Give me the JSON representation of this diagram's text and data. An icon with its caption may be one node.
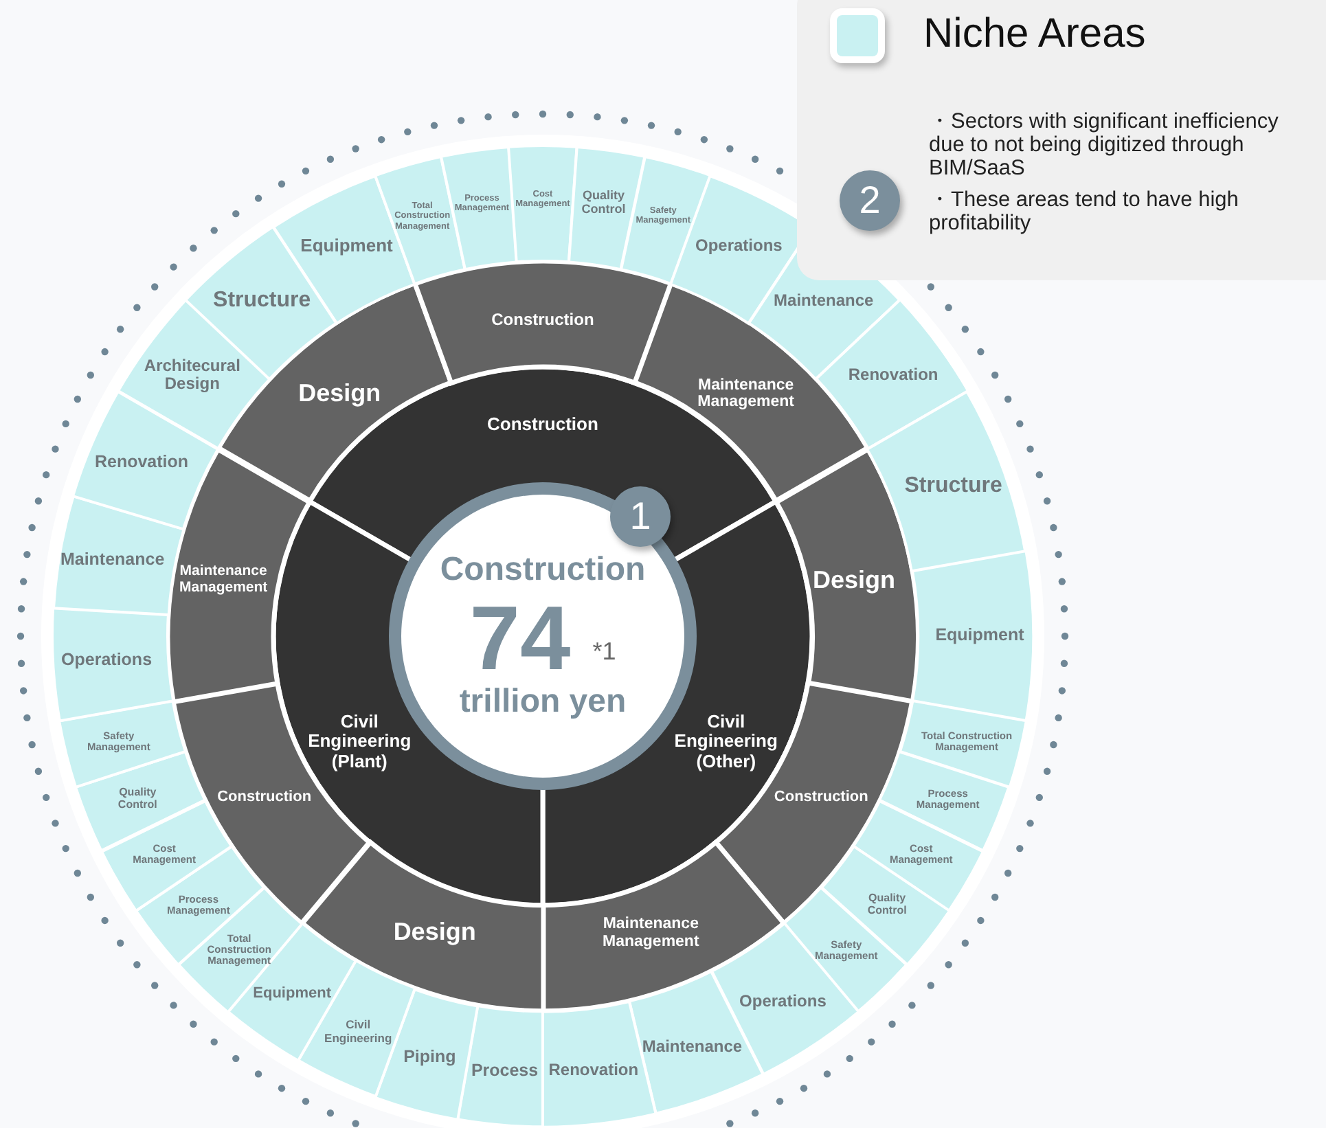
{
  "diagram": {
    "nodes": [
      {
        "text": [
          "Construction",
          "74",
          "*1",
          "trillion yen"
        ]
      },
      {
        "text": [
          "Construction"
        ]
      },
      {
        "text": [
          "Civil Engineering (Other)"
        ]
      },
      {
        "text": [
          "Civil Engineering (Plant)"
        ]
      },
      {
        "text": [
          "Design"
        ]
      },
      {
        "text": [
          "Construction"
        ]
      },
      {
        "text": [
          "Maintenance Management"
        ]
      },
      {
        "text": [
          "Design"
        ]
      },
      {
        "text": [
          "Construction"
        ]
      },
      {
        "text": [
          "Maintenance Management"
        ]
      },
      {
        "text": [
          "Design"
        ]
      },
      {
        "text": [
          "Construction"
        ]
      },
      {
        "text": [
          "Maintenance Management"
        ]
      },
      {
        "text": [
          "Architecural Design"
        ]
      },
      {
        "text": [
          "Structure"
        ]
      },
      {
        "text": [
          "Equipment"
        ]
      },
      {
        "text": [
          "Total Construction Management"
        ]
      },
      {
        "text": [
          "Process Management"
        ]
      },
      {
        "text": [
          "Cost Management"
        ]
      },
      {
        "text": [
          "Quality Control"
        ]
      },
      {
        "text": [
          "Safety Management"
        ]
      },
      {
        "text": [
          "Operations"
        ]
      },
      {
        "text": [
          "Maintenance"
        ]
      },
      {
        "text": [
          "Renovation"
        ]
      },
      {
        "text": [
          "Structure"
        ]
      },
      {
        "text": [
          "Equipment"
        ]
      },
      {
        "text": [
          "Total Construction Management"
        ]
      },
      {
        "text": [
          "Process Management"
        ]
      },
      {
        "text": [
          "Cost Management"
        ]
      },
      {
        "text": [
          "Quality Control"
        ]
      },
      {
        "text": [
          "Safety Management"
        ]
      },
      {
        "text": [
          "Operations"
        ]
      },
      {
        "text": [
          "Maintenance"
        ]
      },
      {
        "text": [
          "Renovation"
        ]
      },
      {
        "text": [
          "Process"
        ]
      },
      {
        "text": [
          "Piping"
        ]
      },
      {
        "text": [
          "Civil Engineering"
        ]
      },
      {
        "text": [
          "Equipment"
        ]
      },
      {
        "text": [
          "Total Construction Management"
        ]
      },
      {
        "text": [
          "Process Management"
        ]
      },
      {
        "text": [
          "Cost Management"
        ]
      },
      {
        "text": [
          "Quality Control"
        ]
      },
      {
        "text": [
          "Safety Management"
        ]
      },
      {
        "text": [
          "Operations"
        ]
      },
      {
        "text": [
          "Maintenance"
        ]
      },
      {
        "text": [
          "Renovation"
        ]
      }
    ],
    "labels": [
      "・Sectors with significant inefficiency due to not being digitized through BIM/SaaS",
      "2",
      "・These areas tend to have high profitability",
      "1"
    ],
    "legend": [
      {
        "text": "Niche Areas",
        "color": "#c9f1f2"
      }
    ]
  }
}
